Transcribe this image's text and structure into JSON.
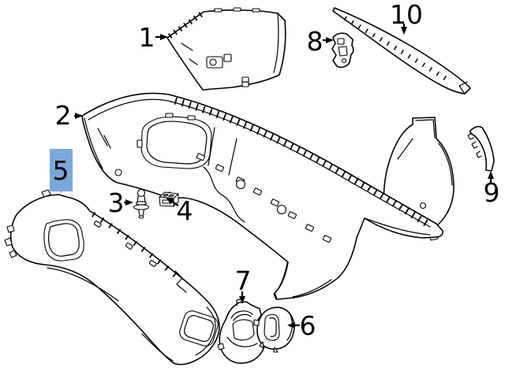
{
  "diagram": {
    "type": "exploded-parts-diagram",
    "subject": "rear bumper components",
    "background_color": "#ffffff",
    "line_color": "#000000",
    "selected_callout": "5",
    "highlight_fill": "#7DA6D8",
    "highlight_text_color": "#1A395E"
  },
  "callouts": [
    {
      "label": "1"
    },
    {
      "label": "2"
    },
    {
      "label": "3"
    },
    {
      "label": "4"
    },
    {
      "label": "5"
    },
    {
      "label": "6"
    },
    {
      "label": "7"
    },
    {
      "label": "8"
    },
    {
      "label": "9"
    },
    {
      "label": "10"
    }
  ]
}
